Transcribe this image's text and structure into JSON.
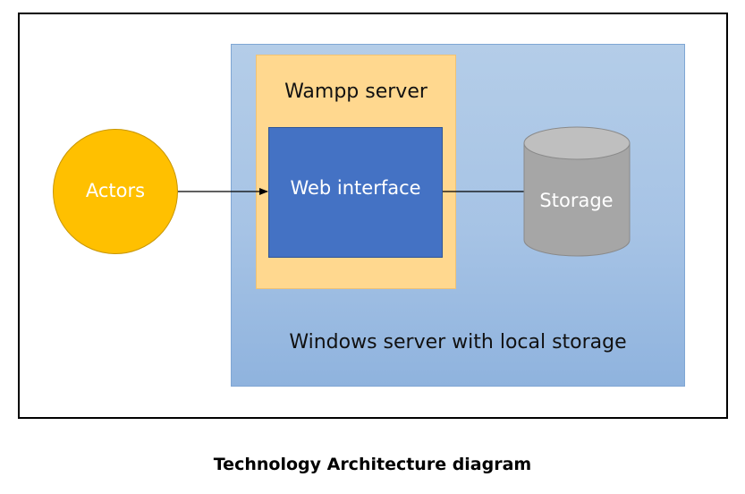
{
  "diagram": {
    "nodes": {
      "actors": {
        "label": "Actors",
        "shape": "circle",
        "fill": "#ffc000"
      },
      "windows_server": {
        "label": "Windows server with local storage",
        "shape": "rectangle",
        "fill": "#a6c3e5"
      },
      "wampp_server": {
        "label": "Wampp server",
        "shape": "rectangle",
        "fill": "#ffd88f"
      },
      "web_interface": {
        "label": "Web interface",
        "shape": "rectangle",
        "fill": "#4472c4"
      },
      "storage": {
        "label": "Storage",
        "shape": "cylinder",
        "fill": "#a6a6a6"
      }
    },
    "edges": [
      {
        "from": "actors",
        "to": "web_interface",
        "arrow": true
      },
      {
        "from": "web_interface",
        "to": "storage",
        "arrow": false
      }
    ]
  },
  "caption": "Technology Architecture diagram"
}
